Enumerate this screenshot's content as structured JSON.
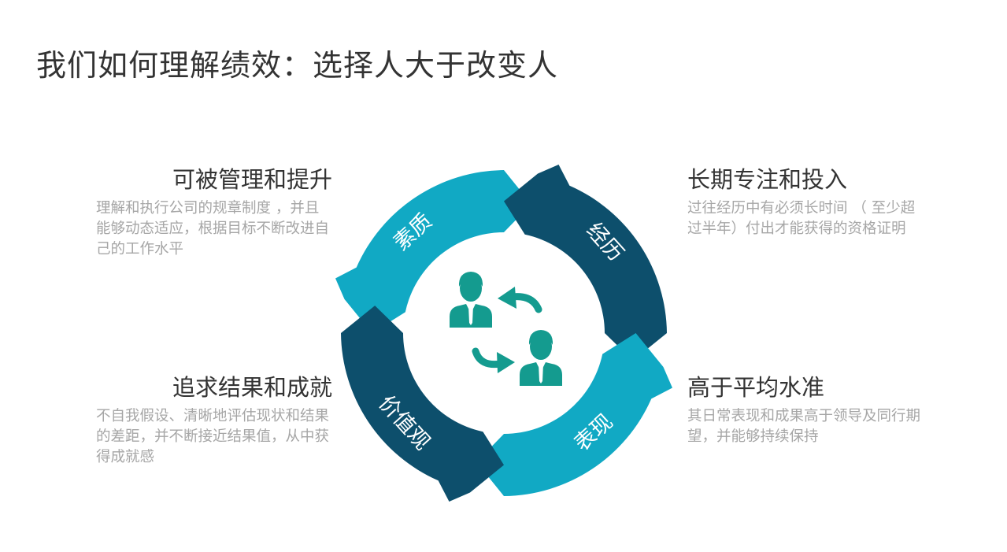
{
  "title": "我们如何理解绩效：选择人大于改变人",
  "cycle": {
    "colors": {
      "light": "#11a9c4",
      "dark": "#0d4f6c",
      "icon": "#149b8f"
    },
    "segments": [
      {
        "label": "素质",
        "color": "#11a9c4"
      },
      {
        "label": "经历",
        "color": "#0d4f6c"
      },
      {
        "label": "表现",
        "color": "#11a9c4"
      },
      {
        "label": "价值观",
        "color": "#0d4f6c"
      }
    ]
  },
  "blocks": {
    "top_left": {
      "heading": "可被管理和提升",
      "body": "理解和执行公司的规章制度 ，并且能够动态适应，根据目标不断改进自己的工作水平"
    },
    "bottom_left": {
      "heading": "追求结果和成就",
      "body": "不自我假设、清晰地评估现状和结果的差距，并不断接近结果值，从中获得成就感"
    },
    "top_right": {
      "heading": "长期专注和投入",
      "body": "过往经历中有必须长时间 （ 至少超过半年）付出才能获得的资格证明"
    },
    "bottom_right": {
      "heading": "高于平均水准",
      "body": "其日常表现和成果高于领导及同行期望，并能够持续保持"
    }
  }
}
